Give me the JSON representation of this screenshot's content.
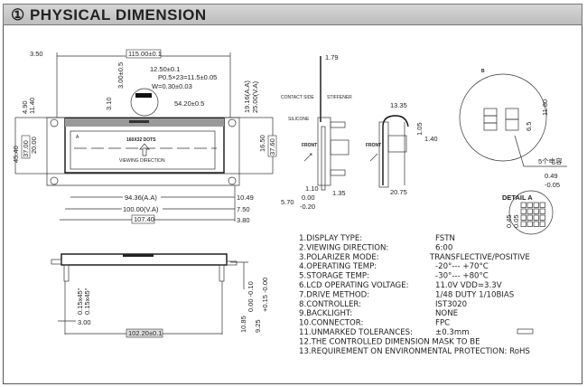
{
  "header": {
    "title": "① PHYSICAL  DIMENSION"
  },
  "front_view": {
    "dim_3_50": "3.50",
    "dim_115": "115.00±0.1",
    "dim_12_50": "12.50±0.1",
    "dim_pitch": "P0.5×23=11.5±0.05",
    "dim_w": "W=0.30±0.03",
    "dim_3_00": "3.00±0.5",
    "dim_3_10": "3.10",
    "dim_54_20": "54.20±0.5",
    "dim_19_16": "19.16(A.A)",
    "dim_25_00": "25.00(V.A)",
    "dim_4_90": "4.90",
    "dim_11_40": "11.40",
    "dim_45_40": "45.40",
    "dim_37_00": "37.00",
    "dim_20_00": "20.00",
    "dim_16_50": "16.50",
    "dim_37_60": "37.60",
    "dots": "160X32 DOTS",
    "viewing": "VIEWING DIRECTION",
    "label_a": "A",
    "dim_94_36": "94.36(A.A)",
    "dim_100": "100.00(V.A)",
    "dim_107_40": "107.40",
    "dim_10_49": "10.49",
    "dim_7_50": "7.50",
    "dim_3_80": "3.80"
  },
  "side_view": {
    "dim_1_79": "1.79",
    "contact_side": "CONTACT SIDE",
    "stiffener": "STIFFENER",
    "silicone": "SILICONE",
    "front": "FRONT",
    "dim_1_10": "1.10",
    "dim_0_00": "0.00",
    "dim_m0_20": "-0.20",
    "dim_5_70": "5.70",
    "dim_1_35": "1.35"
  },
  "bent_view": {
    "dim_13_35": "13.35",
    "dim_1_05": "1.05",
    "dim_1_40": "1.40",
    "front": "FRONT",
    "dim_20_75": "20.75"
  },
  "detail_b": {
    "label": "B",
    "dim_11_80": "11.80",
    "dim_6_5": "6.5",
    "note": "5个电容"
  },
  "detail_a": {
    "label": "DETAIL A",
    "dim_0_49": "0.49",
    "dim_m0_05": "-0.05",
    "dim_0_45": "0.45",
    "dim_0_05": "0.05"
  },
  "bottom_view": {
    "chamfer1": "0.15x45°",
    "chamfer2": "0.15x45°",
    "dim_3_00": "3.00",
    "dim_102_20": "102.20±0.1",
    "dim_10_85": "10.85",
    "tol_10_85": "0.00 -0.10",
    "dim_9_25": "9.25",
    "tol_9_25": "+0.15 -0.00"
  },
  "specs": [
    {
      "label": "1.DISPLAY TYPE:",
      "value": "FSTN"
    },
    {
      "label": "2.VIEWING DIRECTION:",
      "value": "6:00"
    },
    {
      "label": "3.POLARIZER MODE:",
      "value": "TRANSFLECTIVE/POSITIVE"
    },
    {
      "label": "4.OPERATING TEMP:",
      "value": "-20°--- +70°C"
    },
    {
      "label": "5.STORAGE TEMP:",
      "value": "-30°--- +80°C"
    },
    {
      "label": "6.LCD OPERATING VOLTAGE:",
      "value": "11.0V   VDD=3.3V"
    },
    {
      "label": "7.DRIVE METHOD:",
      "value": "1/48 DUTY  1/10BIAS"
    },
    {
      "label": "8.CONTROLLER:",
      "value": "IST3020"
    },
    {
      "label": "9.BACKLIGHT:",
      "value": "NONE"
    },
    {
      "label": "10.CONNECTOR:",
      "value": "FPC"
    },
    {
      "label": "11.UNMARKED TOLERANCES:",
      "value": "±0.3mm"
    },
    {
      "label": "12.THE CONTROLLED DIMENSION MASK TO BE",
      "value": ""
    },
    {
      "label": "13.REQUIREMENT ON ENVIRONMENTAL PROTECTION: RoHS",
      "value": ""
    }
  ]
}
